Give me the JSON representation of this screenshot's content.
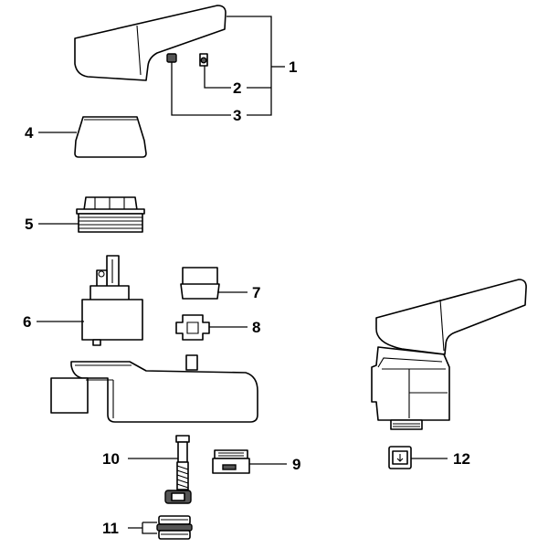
{
  "callouts": [
    "1",
    "2",
    "3",
    "4",
    "5",
    "6",
    "7",
    "8",
    "9",
    "10",
    "11",
    "12"
  ],
  "colors": {
    "line": "#000000",
    "background": "#ffffff",
    "shade": "#555555"
  }
}
